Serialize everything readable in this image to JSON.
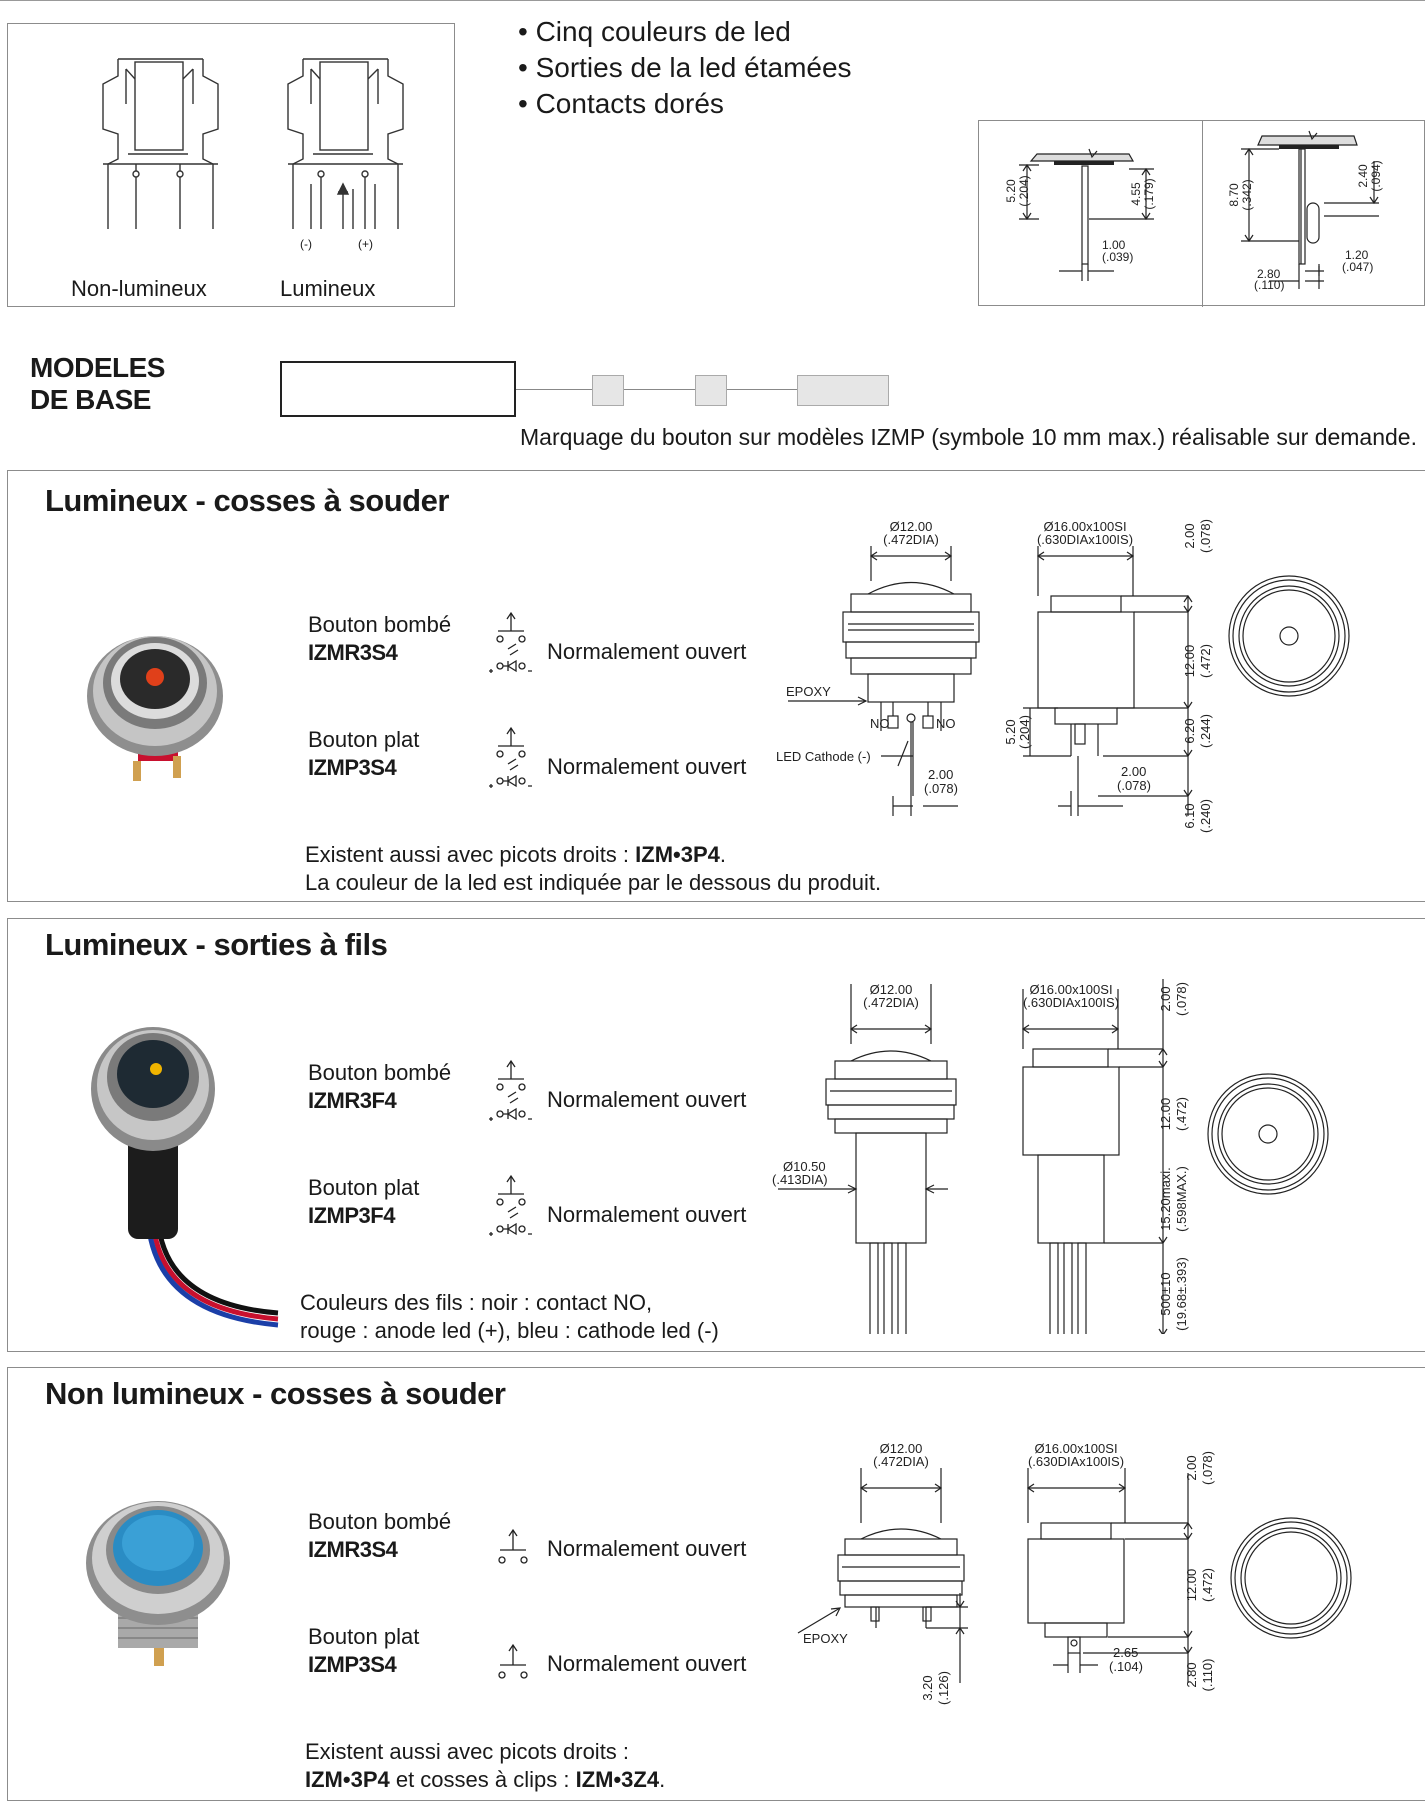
{
  "schematic": {
    "label_non_lumineux": "Non-lumineux",
    "label_lumineux": "Lumineux",
    "minus": "(-)",
    "plus": "(+)"
  },
  "features": [
    "• Cinq couleurs de led",
    "• Sorties de la led étamées",
    "• Contacts dorés"
  ],
  "terminal_dims": {
    "left": {
      "h1": "5.20",
      "h1_in": "(.204)",
      "h2": "4.55",
      "h2_in": "(.179)",
      "w": "1.00",
      "w_in": "(.039)"
    },
    "right": {
      "h1": "8.70",
      "h1_in": "(.342)",
      "h2": "2.40",
      "h2_in": "(.094)",
      "w1": "1.20",
      "w1_in": "(.047)",
      "w2": "2.80",
      "w2_in": "(.110)"
    }
  },
  "modeles": {
    "line1": "MODELES",
    "line2": "DE BASE",
    "marquage": "Marquage du bouton sur modèles IZMP (symbole 10 mm max.) réalisable sur demande."
  },
  "sections": [
    {
      "title": "Lumineux - cosses à souder",
      "items": [
        {
          "label": "Bouton bombé",
          "code": "IZMR3S4",
          "contact": "Normalement ouvert"
        },
        {
          "label": "Bouton plat",
          "code": "IZMP3S4",
          "contact": "Normalement ouvert"
        }
      ],
      "note_line1_pre": "Existent aussi avec picots droits : ",
      "note_line1_bold": "IZM•3P4",
      "note_line1_post": ".",
      "note_line2": "La couleur de la led est indiquée par le dessous du produit.",
      "dims": {
        "dia": "Ø12.00",
        "dia_in": "(.472DIA)",
        "thread": "Ø16.00x100SI",
        "thread_in": "(.630DIAx100IS)",
        "d200": "2.00",
        "d200_in": "(.078)",
        "d1200": "12.00",
        "d1200_in": "(.472)",
        "d620": "6.20",
        "d620_in": "(.244)",
        "d610": "6.10",
        "d610_in": "(.240)",
        "d520": "5.20",
        "d520_in": "(.204)",
        "epoxy": "EPOXY",
        "no1": "NO",
        "no2": "NO",
        "led_cathode": "LED Cathode (-)",
        "b200": "2.00",
        "b200_in": "(.078)"
      }
    },
    {
      "title": "Lumineux - sorties à fils",
      "items": [
        {
          "label": "Bouton bombé",
          "code": "IZMR3F4",
          "contact": "Normalement ouvert"
        },
        {
          "label": "Bouton plat",
          "code": "IZMP3F4",
          "contact": "Normalement ouvert"
        }
      ],
      "note_line1": "Couleurs des fils : noir : contact NO,",
      "note_line2": "rouge : anode led (+), bleu : cathode led (-)",
      "dims": {
        "dia": "Ø12.00",
        "dia_in": "(.472DIA)",
        "thread": "Ø16.00x100SI",
        "thread_in": "(.630DIAx100IS)",
        "d200": "2.00",
        "d200_in": "(.078)",
        "d1200": "12.00",
        "d1200_in": "(.472)",
        "d1520": "15.20maxi.",
        "d1520_in": "(.598MAX.)",
        "d500": "500±10",
        "d500_in": "(19.68±.393)",
        "d1050": "Ø10.50",
        "d1050_in": "(.413DIA)"
      }
    },
    {
      "title": "Non lumineux - cosses à souder",
      "items": [
        {
          "label": "Bouton bombé",
          "code": "IZMR3S4",
          "contact": "Normalement ouvert"
        },
        {
          "label": "Bouton plat",
          "code": "IZMP3S4",
          "contact": "Normalement ouvert"
        }
      ],
      "note_line1": "Existent aussi avec picots droits :",
      "note_line2_b1": "IZM•3P4",
      "note_line2_mid": " et cosses à clips : ",
      "note_line2_b2": "IZM•3Z4",
      "note_line2_post": ".",
      "dims": {
        "dia": "Ø12.00",
        "dia_in": "(.472DIA)",
        "thread": "Ø16.00x100SI",
        "thread_in": "(.630DIAx100IS)",
        "d200": "2.00",
        "d200_in": "(.078)",
        "d1200": "12.00",
        "d1200_in": "(.472)",
        "d280": "2.80",
        "d280_in": "(.110)",
        "d265": "2.65",
        "d265_in": "(.104)",
        "d320": "3.20",
        "d320_in": "(.126)",
        "epoxy": "EPOXY"
      }
    }
  ],
  "colors": {
    "led_red": "#e0401a",
    "led_yellow": "#f0b400",
    "cap_blue": "#2a8cc4",
    "metal": "#b8b8b8"
  }
}
